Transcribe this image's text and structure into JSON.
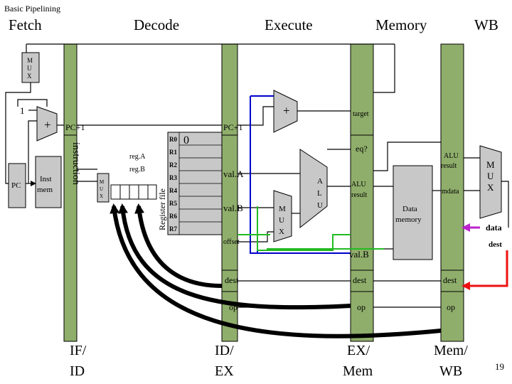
{
  "slide": {
    "title": "Basic Pipelining",
    "page_number": "19"
  },
  "stages": {
    "fetch": "Fetch",
    "decode": "Decode",
    "execute": "Execute",
    "memory": "Memory",
    "wb": "WB"
  },
  "fetch": {
    "mux": [
      "M",
      "U",
      "X"
    ],
    "one": "1",
    "plus": "+",
    "pc": "PC",
    "inst_mem": [
      "Inst",
      "mem"
    ],
    "instruction": "instruction"
  },
  "if_id": {
    "pc1": "PC+1",
    "label": [
      "IF/",
      "ID"
    ]
  },
  "decode": {
    "reg_a": "reg.A",
    "reg_b": "reg.B",
    "mux": [
      "M",
      "U",
      "X"
    ],
    "register_file": "Register file",
    "registers": [
      "R0",
      "R1",
      "R2",
      "R3",
      "R4",
      "R5",
      "R6",
      "R7"
    ],
    "zero": "0"
  },
  "id_ex": {
    "pc1": "PC+1",
    "val_a": "val.A",
    "val_b": "val.B",
    "offset": "offset",
    "dest": "dest",
    "op": "op",
    "label": [
      "ID/",
      "EX"
    ]
  },
  "execute": {
    "plus": "+",
    "target": "target",
    "mux": [
      "M",
      "U",
      "X"
    ],
    "alu": [
      "A",
      "L",
      "U"
    ]
  },
  "ex_mem": {
    "eq": "eq?",
    "alu_result": [
      "ALU",
      "result"
    ],
    "val_b": "val.B",
    "dest": "dest",
    "op": "op",
    "label": [
      "EX/",
      "Mem"
    ]
  },
  "memory": {
    "data_memory": [
      "Data",
      "memory"
    ]
  },
  "mem_wb": {
    "alu_result": [
      "ALU",
      "result"
    ],
    "mdata": "mdata",
    "dest": "dest",
    "op": "op",
    "label": [
      "Mem/",
      "WB"
    ]
  },
  "wb": {
    "mux": [
      "M",
      "U",
      "X"
    ],
    "data": "data",
    "dest": "dest"
  },
  "colors": {
    "pipeline_register": "#8fae6b",
    "gray_box": "#c8c8c8",
    "blue_wire": "#0000cc",
    "green_wire": "#22bb22",
    "red_wire": "#ee1111",
    "purple_wire": "#bb22cc"
  }
}
